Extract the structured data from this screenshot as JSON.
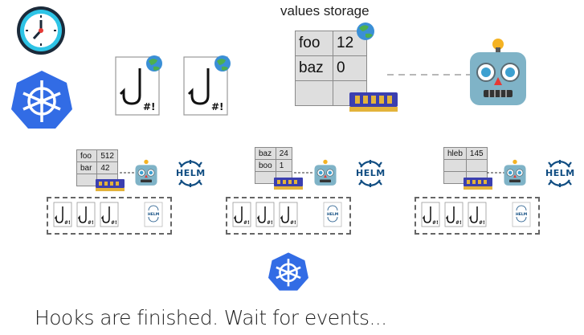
{
  "title": "values storage",
  "main_store": {
    "rows": [
      {
        "key": "foo",
        "value": "12"
      },
      {
        "key": "baz",
        "value": "0"
      },
      {
        "key": "",
        "value": ""
      }
    ]
  },
  "hook_file_label": "#!",
  "groups": [
    {
      "rows": [
        {
          "key": "foo",
          "value": "512"
        },
        {
          "key": "bar",
          "value": "42"
        },
        {
          "key": "",
          "value": ""
        }
      ],
      "helm_label": "HELM"
    },
    {
      "rows": [
        {
          "key": "baz",
          "value": "24"
        },
        {
          "key": "boo",
          "value": "1"
        },
        {
          "key": "",
          "value": ""
        }
      ],
      "helm_label": "HELM"
    },
    {
      "rows": [
        {
          "key": "hleb",
          "value": "145"
        },
        {
          "key": "",
          "value": ""
        },
        {
          "key": "",
          "value": ""
        }
      ],
      "helm_label": "HELM"
    }
  ],
  "caption": "Hooks are finished. Wait for events...",
  "colors": {
    "kubernetes_blue": "#326ce5",
    "clock_ring": "#2ec4e6",
    "helm_blue": "#0f4c81",
    "robot_body": "#7fb3c7",
    "robot_eye": "#3da0d0",
    "ram_stick": "#3b3fb0",
    "ram_gold": "#e3b33a"
  }
}
